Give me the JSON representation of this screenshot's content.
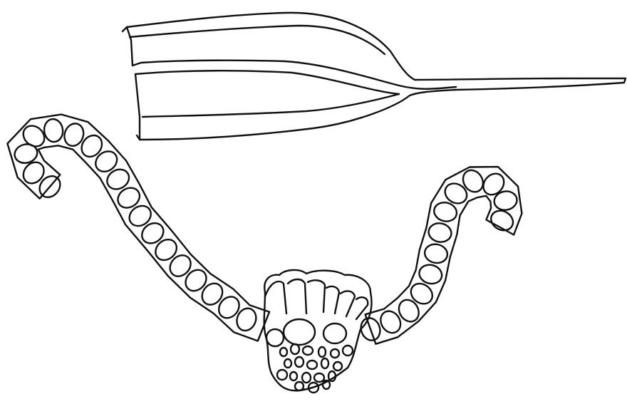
{
  "figure": {
    "kind": "botanical line drawing",
    "panels": [
      "leaf-outline",
      "leaf-cross-section"
    ]
  }
}
